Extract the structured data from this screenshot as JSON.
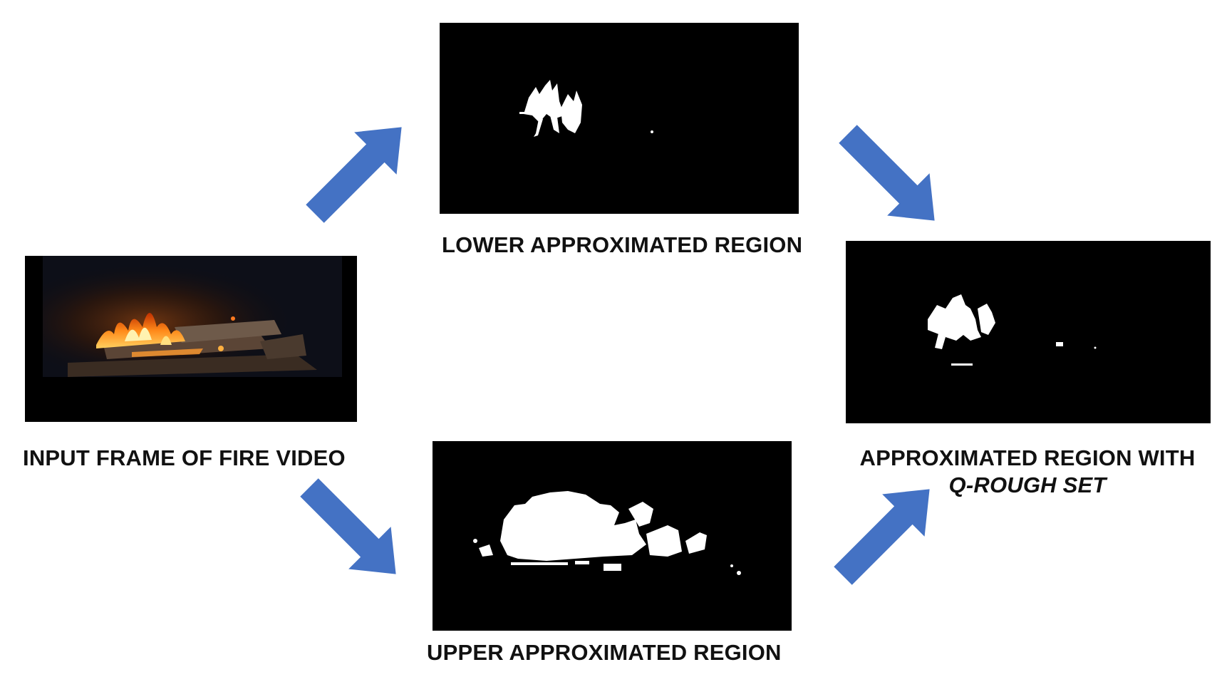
{
  "diagram": {
    "nodes": [
      {
        "id": "input",
        "caption": "INPUT FRAME OF FIRE VIDEO"
      },
      {
        "id": "lower",
        "caption": "LOWER APPROXIMATED REGION"
      },
      {
        "id": "upper",
        "caption": "UPPER APPROXIMATED REGION"
      },
      {
        "id": "result",
        "caption_line1": "APPROXIMATED REGION WITH",
        "caption_line2": "Q-ROUGH SET"
      }
    ],
    "edges": [
      {
        "from": "input",
        "to": "lower"
      },
      {
        "from": "input",
        "to": "upper"
      },
      {
        "from": "lower",
        "to": "result"
      },
      {
        "from": "upper",
        "to": "result"
      }
    ]
  },
  "colors": {
    "arrow": "#4472C4",
    "panel_background": "#000000",
    "mask_foreground": "#ffffff",
    "caption_text": "#111111"
  },
  "icons": {
    "edge": "block-arrow-icon"
  }
}
